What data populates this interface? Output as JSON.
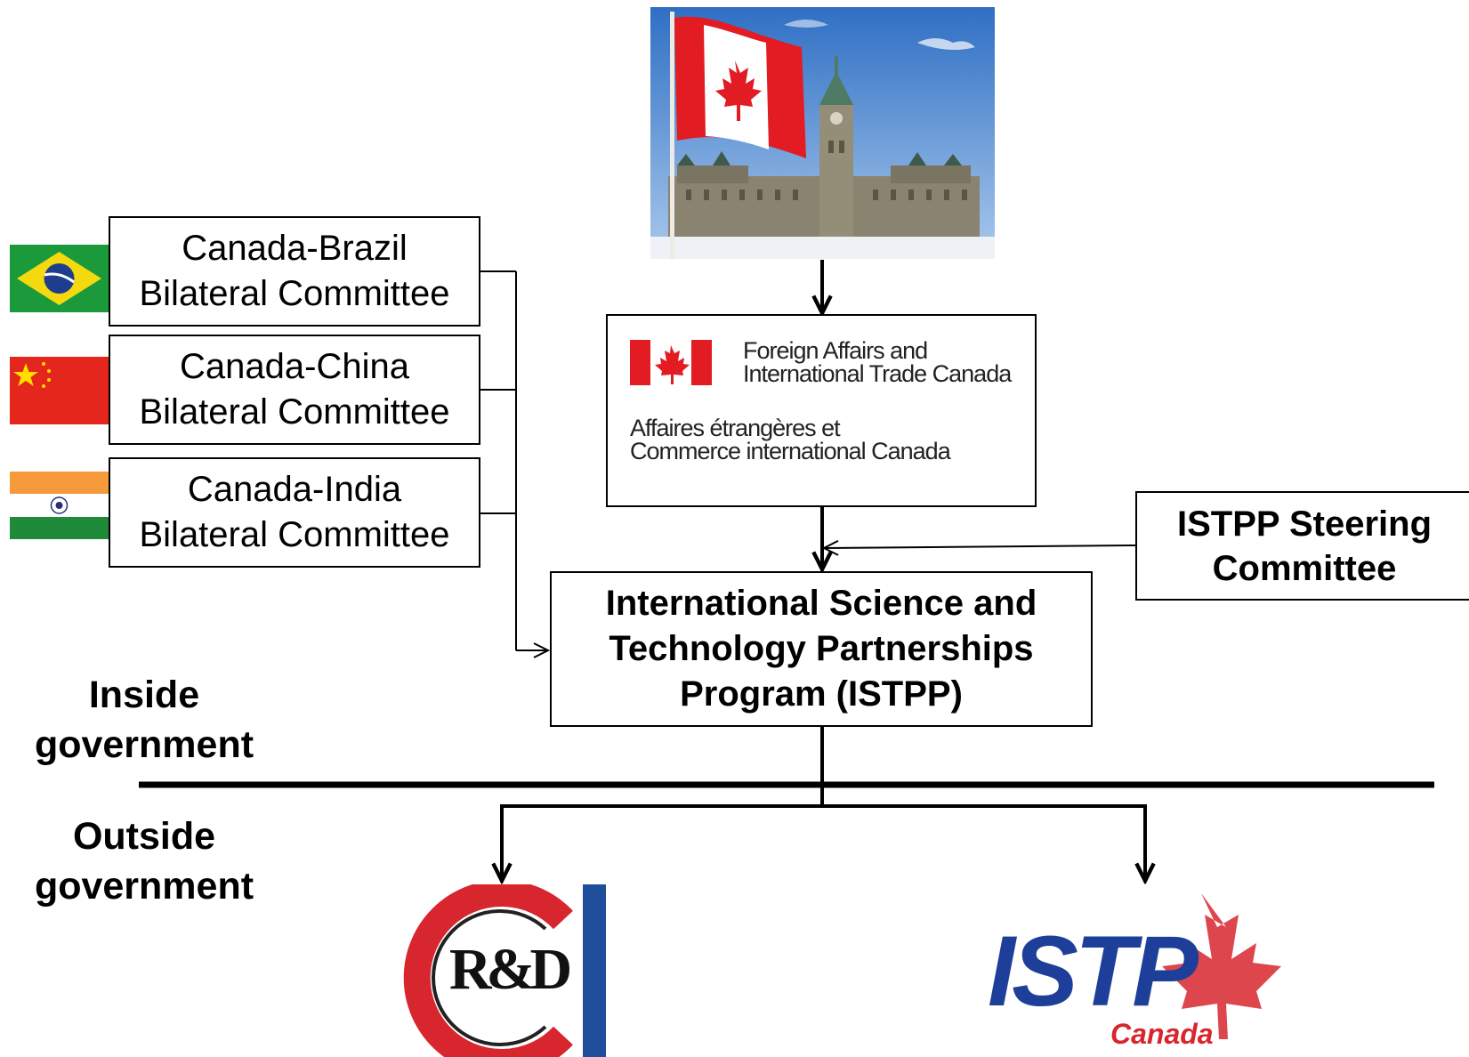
{
  "diagram": {
    "committees": [
      {
        "line1": "Canada-Brazil",
        "line2": "Bilateral Committee",
        "flag": "brazil-flag"
      },
      {
        "line1": "Canada-China",
        "line2": "Bilateral Committee",
        "flag": "china-flag"
      },
      {
        "line1": "Canada-India",
        "line2": "Bilateral Committee",
        "flag": "india-flag"
      }
    ],
    "dfait": {
      "en_line1": "Foreign Affairs and",
      "en_line2": "International Trade Canada",
      "fr_line1": "Affaires étrangères et",
      "fr_line2": "Commerce international Canada"
    },
    "steering": {
      "line1": "ISTPP Steering",
      "line2": "Committee"
    },
    "istpp": {
      "line1": "International Science and",
      "line2": "Technology Partnerships",
      "line3": "Program (ISTPP)"
    },
    "inside": {
      "line1": "Inside",
      "line2": "government"
    },
    "outside": {
      "line1": "Outside",
      "line2": "government"
    },
    "logos": {
      "crd": {
        "text": "R&D",
        "icon": "crd-logo"
      },
      "istp": {
        "text": "ISTP",
        "sub": "Canada",
        "icon": "istp-canada-logo"
      }
    },
    "photo": {
      "icon": "parliament-canada-flag-photo"
    },
    "colors": {
      "line": "#000000",
      "canada_red": "#e31b23",
      "istp_blue": "#1e3f99",
      "crd_red": "#d7262e",
      "crd_blue": "#1f4e9a"
    }
  }
}
